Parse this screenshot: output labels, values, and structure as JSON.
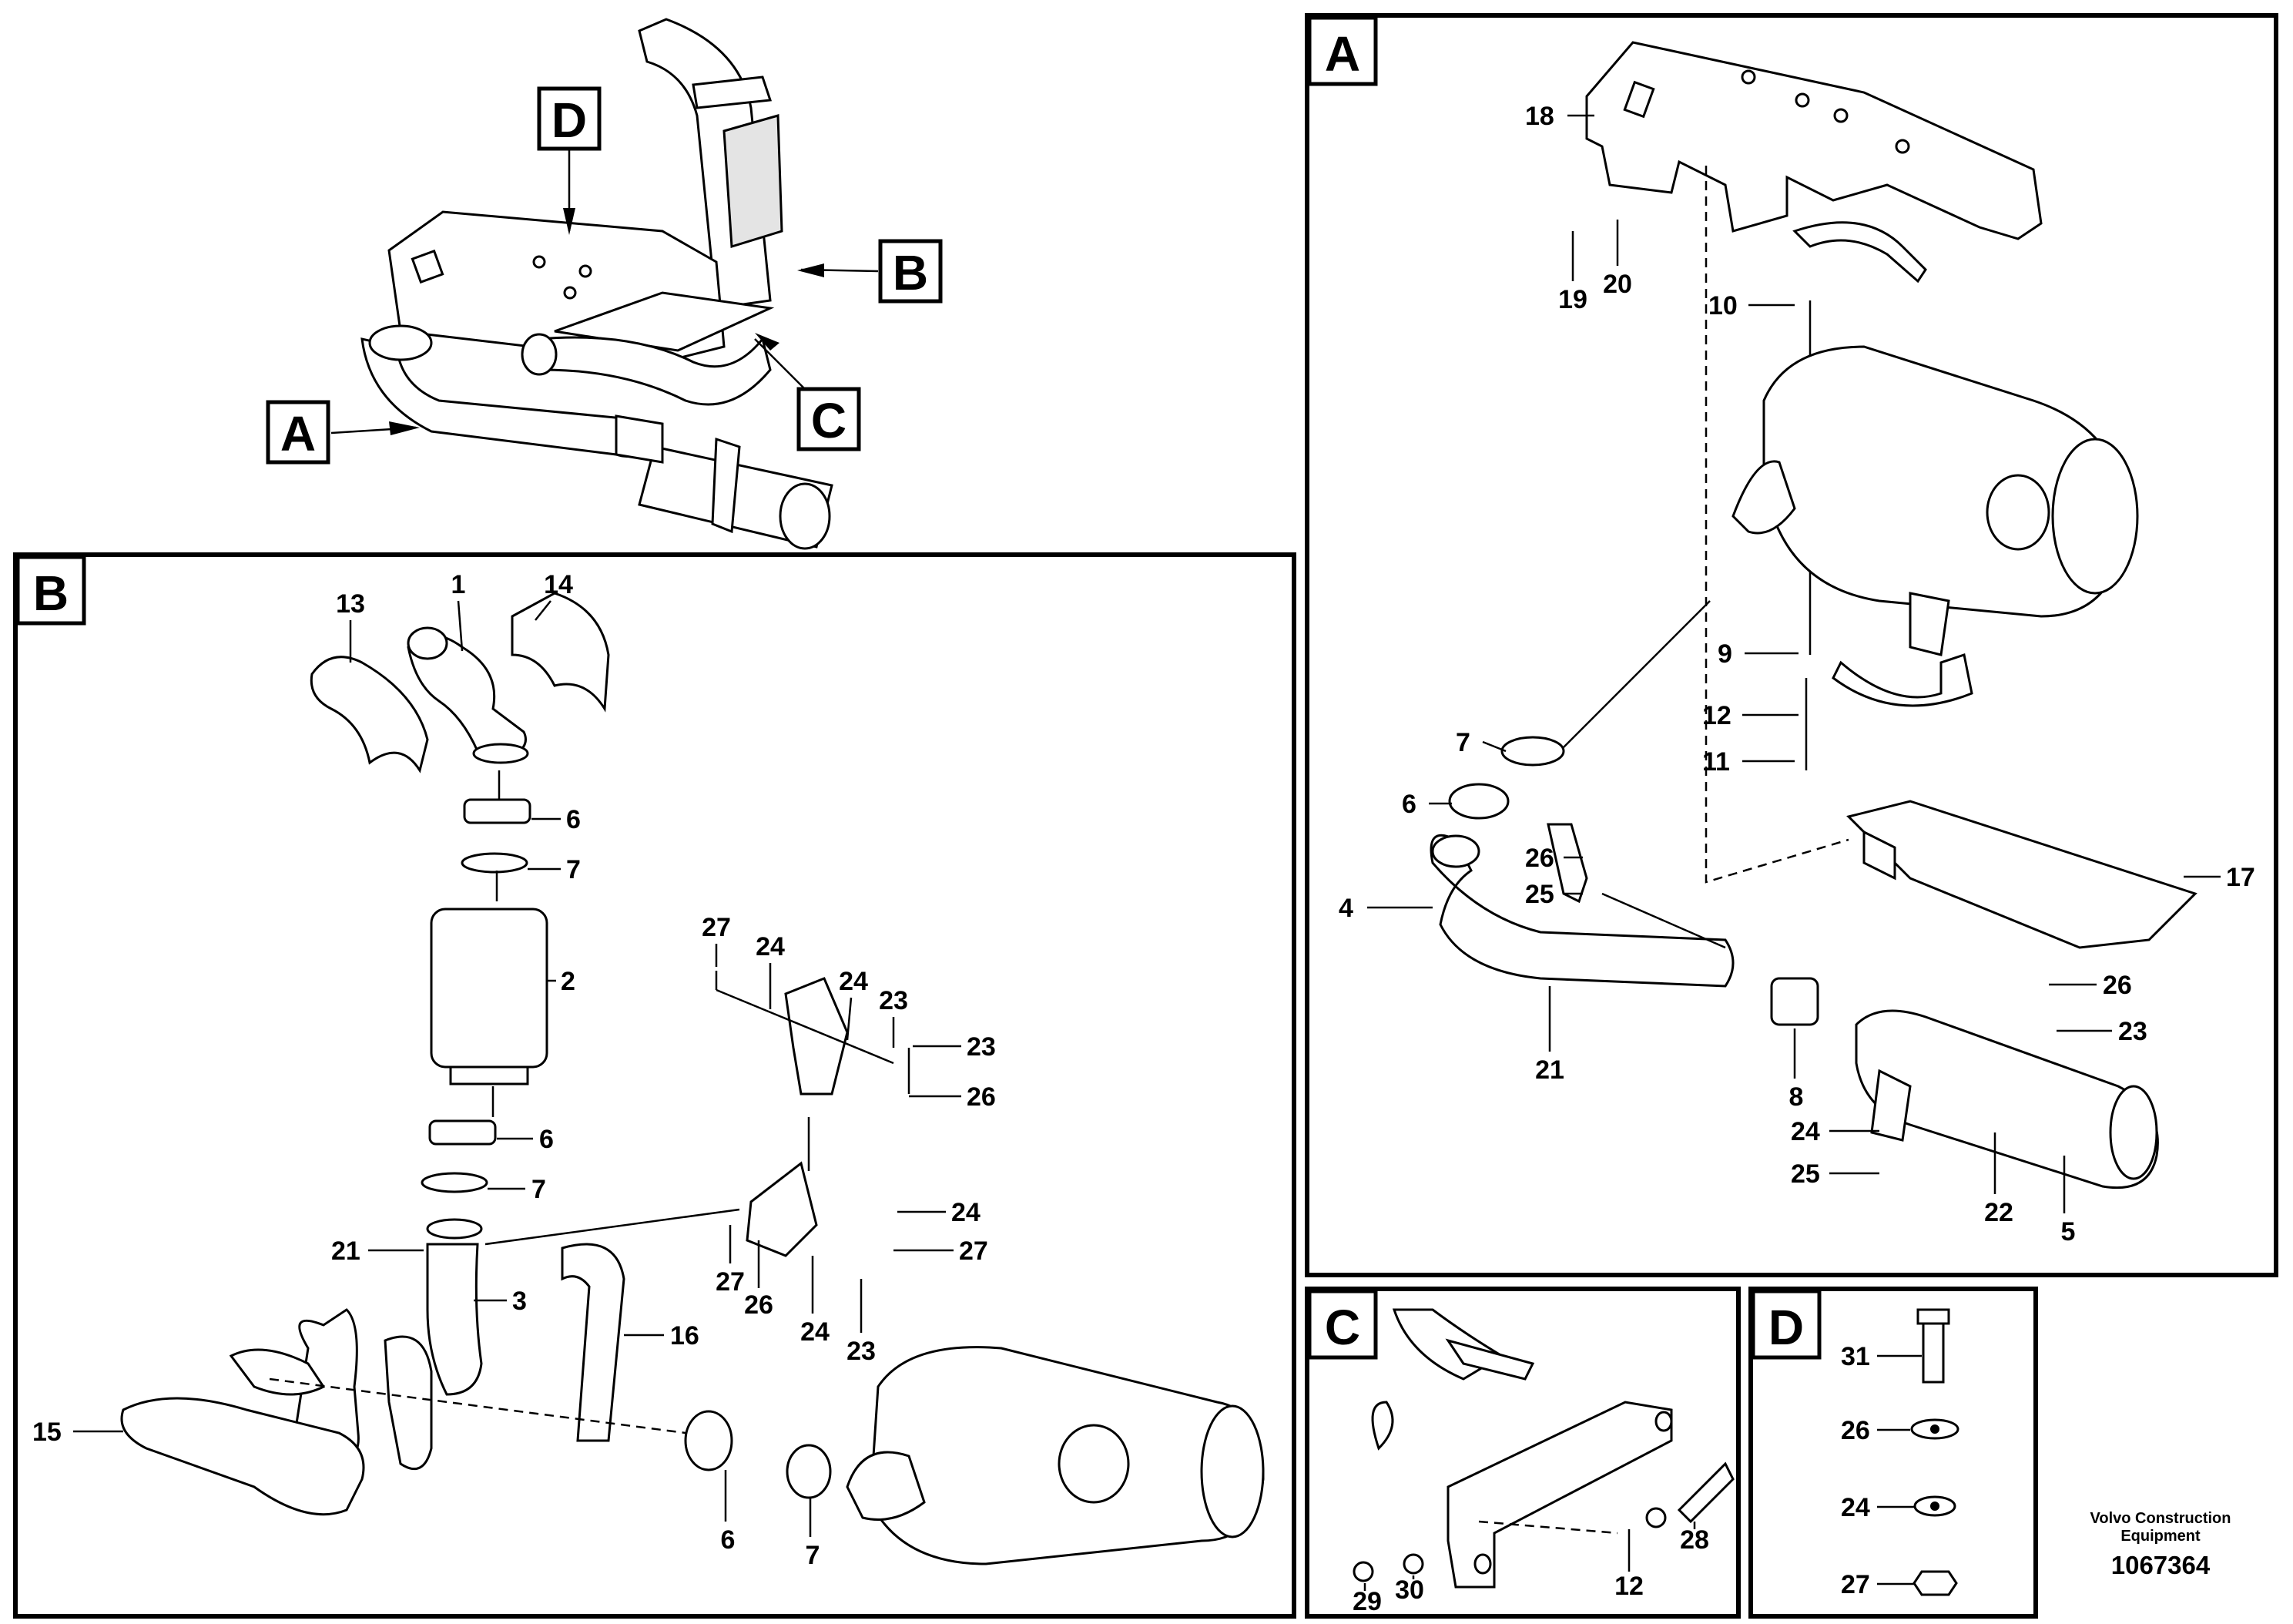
{
  "panels": {
    "A": {
      "tag": "A",
      "labels": [
        "18",
        "19",
        "20",
        "10",
        "9",
        "12",
        "11",
        "7",
        "6",
        "4",
        "26",
        "25",
        "21",
        "8",
        "17",
        "26",
        "23",
        "24",
        "25",
        "22",
        "5"
      ]
    },
    "B": {
      "tag": "B",
      "labels": [
        "13",
        "1",
        "14",
        "6",
        "7",
        "2",
        "6",
        "7",
        "21",
        "3",
        "16",
        "15",
        "6",
        "7",
        "27",
        "24",
        "24",
        "23",
        "23",
        "26",
        "24",
        "27",
        "27",
        "26",
        "24",
        "23"
      ]
    },
    "C": {
      "tag": "C",
      "labels": [
        "28",
        "12",
        "29",
        "30"
      ]
    },
    "D": {
      "tag": "D",
      "labels": [
        "31",
        "26",
        "24",
        "27"
      ]
    }
  },
  "overview_tags": [
    "D",
    "B",
    "A",
    "C"
  ],
  "credit": {
    "line1": "Volvo Construction",
    "line2": "Equipment",
    "doc_number": "1067364"
  }
}
